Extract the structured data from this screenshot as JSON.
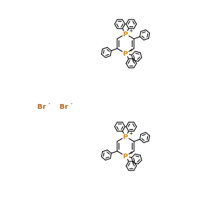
{
  "colors": {
    "phosphorus": "#e08a00",
    "bromine": "#b5651d",
    "bond": "#000000",
    "background": "#ffffff"
  },
  "molecules": [
    {
      "atoms": {
        "p_top": "P",
        "p_top_charge": "+",
        "p_bottom": "P",
        "p_bottom_charge": "+"
      }
    },
    {
      "atoms": {
        "p_top": "P",
        "p_top_charge": "+",
        "p_bottom": "P",
        "p_bottom_charge": "+"
      }
    }
  ],
  "counterions": [
    {
      "symbol": "Br",
      "charge": "-"
    },
    {
      "symbol": "Br",
      "charge": "-"
    }
  ]
}
